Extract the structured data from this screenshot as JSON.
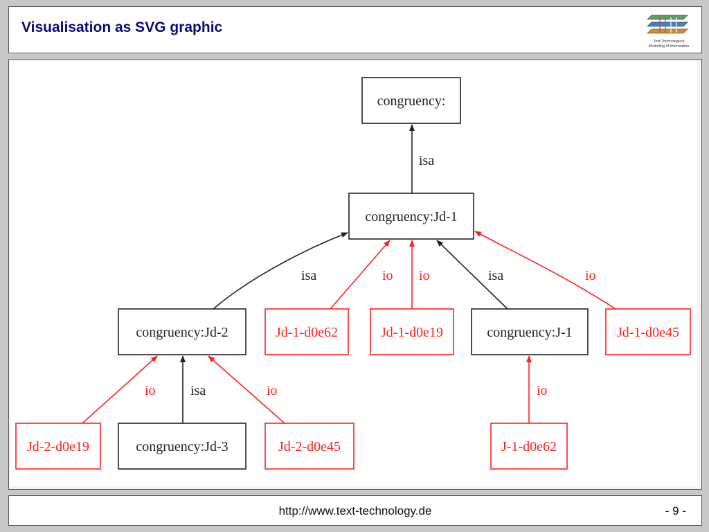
{
  "header": {
    "title": "Visualisation as SVG graphic",
    "logo_text_line1": "Text Technological",
    "logo_text_line2": "Modelling of Information"
  },
  "colors": {
    "isa": "#222222",
    "io": "#ff2020",
    "title": "#0a0a7a"
  },
  "diagram": {
    "nodes": [
      {
        "id": "n_top",
        "label": "congruency:",
        "kind": "class"
      },
      {
        "id": "n_jd1",
        "label": "congruency:Jd-1",
        "kind": "class"
      },
      {
        "id": "n_jd2",
        "label": "congruency:Jd-2",
        "kind": "class"
      },
      {
        "id": "n_j1",
        "label": "congruency:J-1",
        "kind": "class"
      },
      {
        "id": "n_jd3",
        "label": "congruency:Jd-3",
        "kind": "class"
      },
      {
        "id": "n_jd1_62",
        "label": "Jd-1-d0e62",
        "kind": "instance"
      },
      {
        "id": "n_jd1_19",
        "label": "Jd-1-d0e19",
        "kind": "instance"
      },
      {
        "id": "n_jd1_45",
        "label": "Jd-1-d0e45",
        "kind": "instance"
      },
      {
        "id": "n_jd2_19",
        "label": "Jd-2-d0e19",
        "kind": "instance"
      },
      {
        "id": "n_jd2_45",
        "label": "Jd-2-d0e45",
        "kind": "instance"
      },
      {
        "id": "n_j1_62",
        "label": "J-1-d0e62",
        "kind": "instance"
      }
    ],
    "edges": [
      {
        "id": "e1",
        "from": "n_jd1",
        "to": "n_top",
        "label": "isa",
        "kind": "isa"
      },
      {
        "id": "e2",
        "from": "n_jd2",
        "to": "n_jd1",
        "label": "isa",
        "kind": "isa"
      },
      {
        "id": "e3",
        "from": "n_jd1_62",
        "to": "n_jd1",
        "label": "io",
        "kind": "io"
      },
      {
        "id": "e4",
        "from": "n_jd1_19",
        "to": "n_jd1",
        "label": "io",
        "kind": "io"
      },
      {
        "id": "e5",
        "from": "n_j1",
        "to": "n_jd1",
        "label": "isa",
        "kind": "isa"
      },
      {
        "id": "e6",
        "from": "n_jd1_45",
        "to": "n_jd1",
        "label": "io",
        "kind": "io"
      },
      {
        "id": "e7",
        "from": "n_jd2_19",
        "to": "n_jd2",
        "label": "io",
        "kind": "io"
      },
      {
        "id": "e8",
        "from": "n_jd3",
        "to": "n_jd2",
        "label": "isa",
        "kind": "isa"
      },
      {
        "id": "e9",
        "from": "n_jd2_45",
        "to": "n_jd2",
        "label": "io",
        "kind": "io"
      },
      {
        "id": "e10",
        "from": "n_j1_62",
        "to": "n_j1",
        "label": "io",
        "kind": "io"
      }
    ]
  },
  "footer": {
    "url": "http://www.text-technology.de",
    "page": "- 9 -"
  }
}
